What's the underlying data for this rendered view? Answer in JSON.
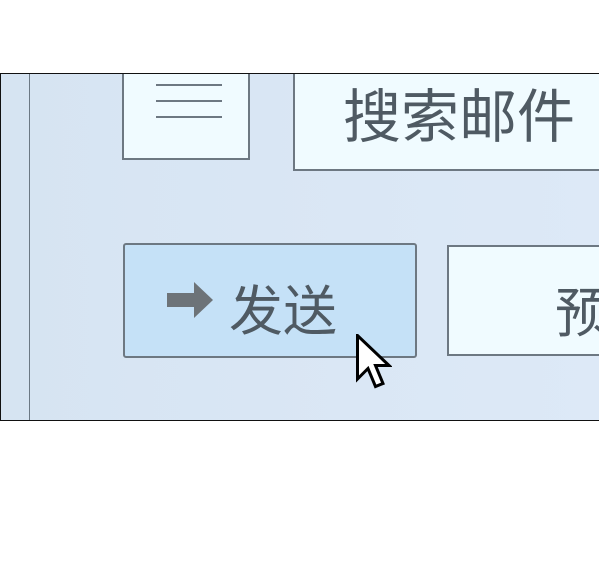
{
  "toolbar": {
    "menu_icon": "hamburger-menu-icon",
    "search_placeholder": "搜索邮件"
  },
  "actions": {
    "send_label": "发送",
    "send_icon": "arrow-right-icon",
    "preview_label": "预"
  },
  "colors": {
    "send_button_bg": "#c5e1f7",
    "background": "#dae7f5",
    "text": "#4f5a63"
  }
}
